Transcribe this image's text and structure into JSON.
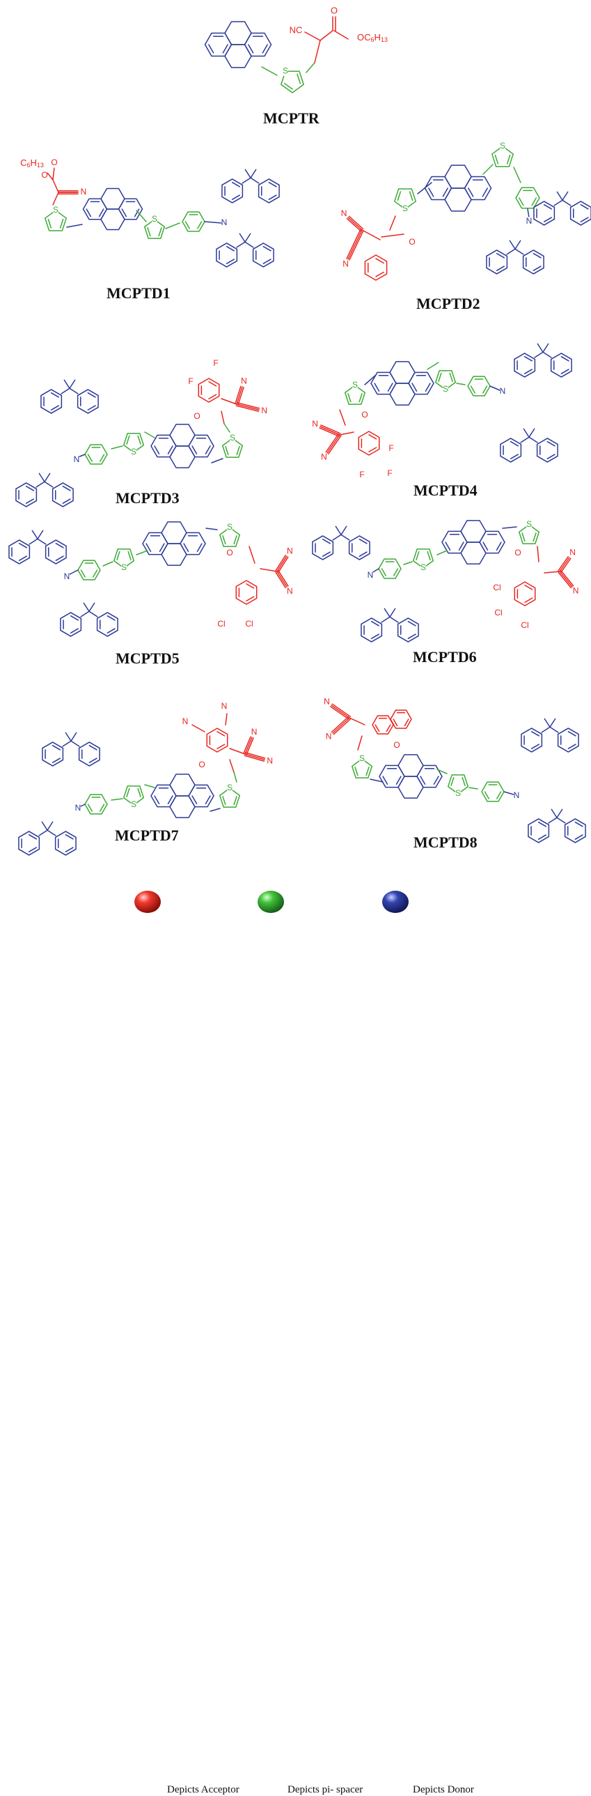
{
  "colors": {
    "acceptor": "#e8251f",
    "spacer": "#3daa35",
    "donor": "#2c3a97"
  },
  "molecules": [
    {
      "name": "MCPTR",
      "atoms": [
        "NC",
        "O",
        "OC6H13",
        "S"
      ]
    },
    {
      "name": "MCPTD1",
      "atoms": [
        "C6H13",
        "O",
        "N",
        "S",
        "S",
        "N"
      ]
    },
    {
      "name": "MCPTD2",
      "atoms": [
        "N",
        "N",
        "O",
        "S",
        "S",
        "N"
      ]
    },
    {
      "name": "MCPTD3",
      "atoms": [
        "F",
        "F",
        "N",
        "N",
        "O",
        "S",
        "S",
        "N"
      ]
    },
    {
      "name": "MCPTD4",
      "atoms": [
        "N",
        "N",
        "O",
        "F",
        "F",
        "F",
        "S",
        "S",
        "N"
      ]
    },
    {
      "name": "MCPTD5",
      "atoms": [
        "N",
        "N",
        "O",
        "Cl",
        "Cl",
        "S",
        "S",
        "N"
      ]
    },
    {
      "name": "MCPTD6",
      "atoms": [
        "N",
        "N",
        "O",
        "Cl",
        "Cl",
        "Cl",
        "S",
        "S",
        "N"
      ]
    },
    {
      "name": "MCPTD7",
      "atoms": [
        "N",
        "N",
        "N",
        "O",
        "S",
        "S",
        "N"
      ]
    },
    {
      "name": "MCPTD8",
      "atoms": [
        "N",
        "N",
        "O",
        "S",
        "S",
        "N"
      ]
    }
  ],
  "legend": [
    {
      "label": "Depicts Acceptor",
      "color": "#e8251f",
      "icon": "red-sphere-icon"
    },
    {
      "label": "Depicts pi- spacer",
      "color": "#3daa35",
      "icon": "green-sphere-icon"
    },
    {
      "label": "Depicts Donor",
      "color": "#2c3a97",
      "icon": "blue-sphere-icon"
    }
  ]
}
